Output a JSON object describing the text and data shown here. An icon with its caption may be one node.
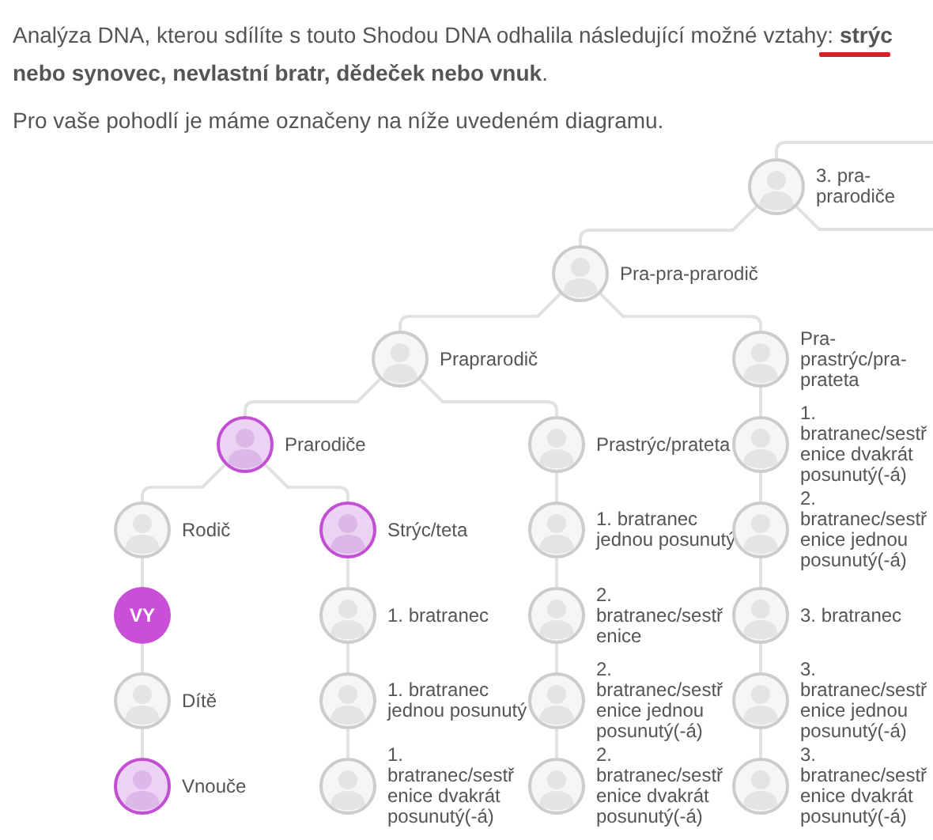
{
  "diagram": {
    "nodes": [
      {
        "text": [
          "3. pra-prarodiče"
        ]
      },
      {
        "text": [
          "Pra-pra-prarodič"
        ]
      },
      {
        "text": [
          "Praprarodič"
        ]
      },
      {
        "text": [
          "Pra-prastrýc/pra-prateta"
        ]
      },
      {
        "text": [
          "Prarodiče"
        ]
      },
      {
        "text": [
          "Prastrýc/prateta"
        ]
      },
      {
        "text": [
          "1. bratranec/sestřenice dvakrát posunutý(-á)"
        ]
      },
      {
        "text": [
          "Rodič"
        ]
      },
      {
        "text": [
          "Strýc/teta"
        ]
      },
      {
        "text": [
          "1. bratranec jednou posunutý"
        ]
      },
      {
        "text": [
          "2. bratranec/sestřenice jednou posunutý(-á)"
        ]
      },
      {
        "text": [
          "VY"
        ]
      },
      {
        "text": [
          "1. bratranec"
        ]
      },
      {
        "text": [
          "2. bratranec/sestřenice"
        ]
      },
      {
        "text": [
          "3. bratranec"
        ]
      },
      {
        "text": [
          "Dítě"
        ]
      },
      {
        "text": [
          "1. bratranec jednou posunutý"
        ]
      },
      {
        "text": [
          "2. bratranec/sestřenice jednou posunutý(-á)"
        ]
      },
      {
        "text": [
          "3. bratranec/sestřenice jednou posunutý(-á)"
        ]
      },
      {
        "text": [
          "Vnouče"
        ]
      },
      {
        "text": [
          "1. bratranec/sestřenice dvakrát posunutý(-á)"
        ]
      },
      {
        "text": [
          "2. bratranec/sestřenice dvakrát posunutý(-á)"
        ]
      },
      {
        "text": [
          "3. bratranec/sestřenice dvakrát posunutý(-á)"
        ]
      }
    ],
    "edges": [
      {
        "from": null,
        "to": 0,
        "arrow": "none"
      },
      {
        "from": 0,
        "to": 1,
        "arrow": "none"
      },
      {
        "from": 0,
        "to": null,
        "arrow": "none"
      },
      {
        "from": 1,
        "to": 2,
        "arrow": "none"
      },
      {
        "from": 1,
        "to": 3,
        "arrow": "none"
      },
      {
        "from": 2,
        "to": 4,
        "arrow": "none"
      },
      {
        "from": 2,
        "to": 5,
        "arrow": "none"
      },
      {
        "from": 3,
        "to": 6,
        "arrow": "none"
      },
      {
        "from": 4,
        "to": 7,
        "arrow": "none"
      },
      {
        "from": 4,
        "to": 8,
        "arrow": "none"
      },
      {
        "from": 5,
        "to": 9,
        "arrow": "none"
      },
      {
        "from": 6,
        "to": 10,
        "arrow": "none"
      },
      {
        "from": 7,
        "to": 11,
        "arrow": "none"
      },
      {
        "from": 8,
        "to": 12,
        "arrow": "none"
      },
      {
        "from": 9,
        "to": 13,
        "arrow": "none"
      },
      {
        "from": 10,
        "to": 14,
        "arrow": "none"
      },
      {
        "from": 11,
        "to": 15,
        "arrow": "none"
      },
      {
        "from": 12,
        "to": 16,
        "arrow": "none"
      },
      {
        "from": 13,
        "to": 17,
        "arrow": "none"
      },
      {
        "from": 14,
        "to": 18,
        "arrow": "none"
      },
      {
        "from": 15,
        "to": 19,
        "arrow": "none"
      },
      {
        "from": 16,
        "to": 20,
        "arrow": "none"
      },
      {
        "from": 17,
        "to": 21,
        "arrow": "none"
      },
      {
        "from": 18,
        "to": 22,
        "arrow": "none"
      }
    ],
    "labels": [
      "Analýza DNA, kterou sdílíte s touto Shodou DNA odhalila následující možné vztahy: **strýc nebo synovec, nevlastní bratr, dědeček nebo vnuk**.",
      "Pro vaše pohodlí je máme označeny na níže uvedeném diagramu."
    ]
  }
}
